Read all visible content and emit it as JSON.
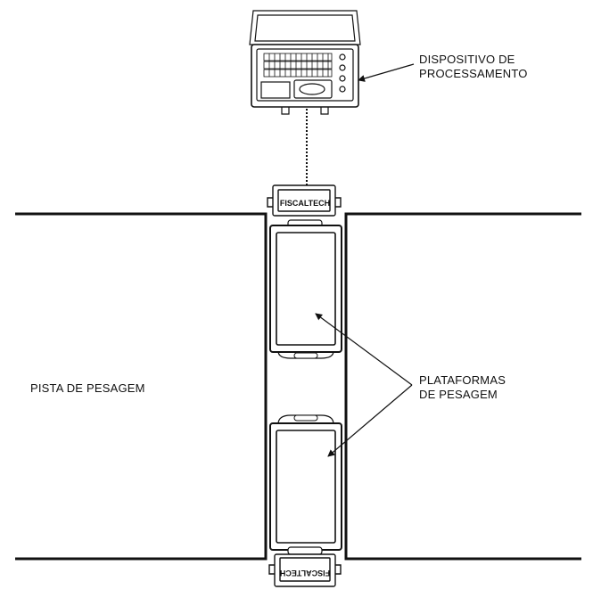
{
  "labels": {
    "device_line1": "DISPOSITIVO DE",
    "device_line2": "PROCESSAMENTO",
    "platforms_line1": "PLATAFORMAS",
    "platforms_line2": "DE PESAGEM",
    "track": "PISTA DE PESAGEM"
  },
  "brand": "FISCALTECH",
  "colors": {
    "line": "#111111",
    "background": "#ffffff"
  }
}
